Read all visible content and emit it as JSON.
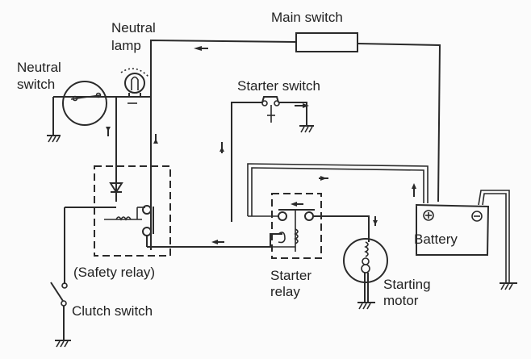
{
  "diagram": {
    "type": "wiring-diagram",
    "subject": "Starter safety circuit",
    "labels": {
      "main_switch": "Main switch",
      "neutral_lamp_1": "Neutral",
      "neutral_lamp_2": "lamp",
      "neutral_switch_1": "Neutral",
      "neutral_switch_2": "switch",
      "starter_switch": "Starter switch",
      "safety_relay": "(Safety relay)",
      "clutch_switch": "Clutch switch",
      "starter_relay_1": "Starter",
      "starter_relay_2": "relay",
      "starting_motor_1": "Starting",
      "starting_motor_2": "motor",
      "battery": "Battery",
      "battery_plus": "+",
      "battery_minus": "−"
    },
    "components": [
      "Main switch",
      "Neutral lamp",
      "Neutral switch",
      "Starter switch",
      "Safety relay",
      "Clutch switch",
      "Starter relay",
      "Starting motor",
      "Battery"
    ]
  }
}
